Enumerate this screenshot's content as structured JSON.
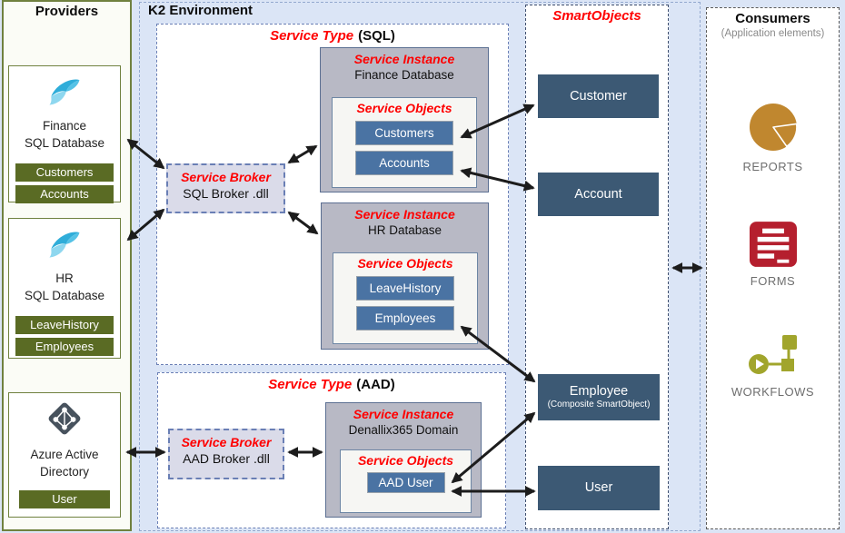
{
  "providers": {
    "title": "Providers",
    "items": [
      {
        "icon": "sql-server-icon",
        "name_line1": "Finance",
        "name_line2": "SQL Database",
        "objects": [
          "Customers",
          "Accounts"
        ]
      },
      {
        "icon": "sql-server-icon",
        "name_line1": "HR",
        "name_line2": "SQL Database",
        "objects": [
          "LeaveHistory",
          "Employees"
        ]
      },
      {
        "icon": "azure-ad-icon",
        "name_line1": "Azure Active",
        "name_line2": "Directory",
        "objects": [
          "User"
        ]
      }
    ]
  },
  "k2": {
    "title": "K2 Environment",
    "sql_type": {
      "label": "Service Type",
      "suffix": "(SQL)",
      "broker": {
        "label": "Service Broker",
        "name": "SQL Broker .dll"
      },
      "finance_instance": {
        "label": "Service Instance",
        "name": "Finance Database",
        "objects_label": "Service Objects",
        "objects": [
          "Customers",
          "Accounts"
        ]
      },
      "hr_instance": {
        "label": "Service Instance",
        "name": "HR Database",
        "objects_label": "Service Objects",
        "objects": [
          "LeaveHistory",
          "Employees"
        ]
      }
    },
    "aad_type": {
      "label": "Service Type",
      "suffix": "(AAD)",
      "broker": {
        "label": "Service Broker",
        "name": "AAD Broker .dll"
      },
      "instance": {
        "label": "Service Instance",
        "name": "Denallix365 Domain",
        "objects_label": "Service Objects",
        "objects": [
          "AAD User"
        ]
      }
    }
  },
  "smartobjects": {
    "title": "SmartObjects",
    "customer": "Customer",
    "account": "Account",
    "employee": "Employee",
    "employee_subtitle": "(Composite SmartObject)",
    "user": "User"
  },
  "consumers": {
    "title": "Consumers",
    "subtitle": "(Application elements)",
    "reports": "REPORTS",
    "forms": "FORMS",
    "workflows": "WORKFLOWS",
    "icons": [
      "pie-chart-icon",
      "form-icon",
      "workflow-icon"
    ]
  },
  "colors": {
    "background": "#dbe5f6",
    "accent_red": "#ff0000",
    "provider_green": "#5a6b24",
    "service_object_blue": "#4a73a3",
    "smartobject_navy": "#3c5974",
    "reports_orange": "#c0872f",
    "forms_red": "#b51f2e",
    "workflows_olive": "#a1a52c"
  }
}
